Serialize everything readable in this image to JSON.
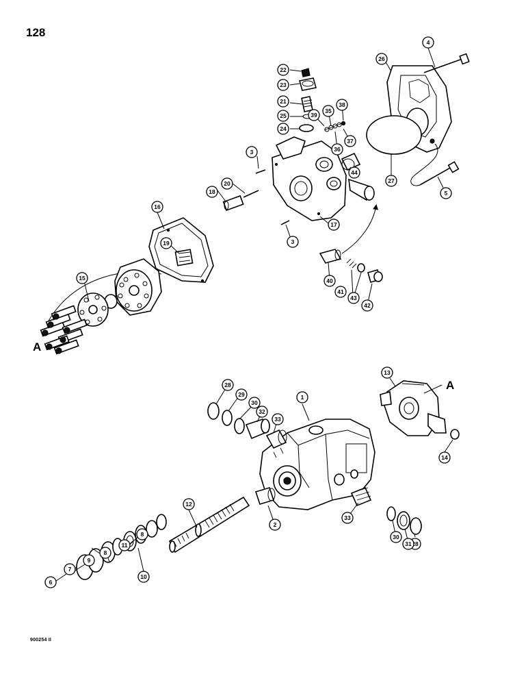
{
  "page_number": "128",
  "figure_code": "900254 II",
  "reference_letter": "A",
  "callouts": [
    "1",
    "2",
    "3",
    "3",
    "4",
    "5",
    "6",
    "7",
    "8",
    "8",
    "9",
    "10",
    "11",
    "12",
    "13",
    "14",
    "15",
    "16",
    "17",
    "18",
    "19",
    "20",
    "21",
    "22",
    "23",
    "24",
    "25",
    "26",
    "27",
    "28",
    "28",
    "28",
    "29",
    "30",
    "30",
    "31",
    "32",
    "33",
    "33",
    "35",
    "36",
    "37",
    "38",
    "39",
    "40",
    "41",
    "42",
    "43",
    "44"
  ]
}
